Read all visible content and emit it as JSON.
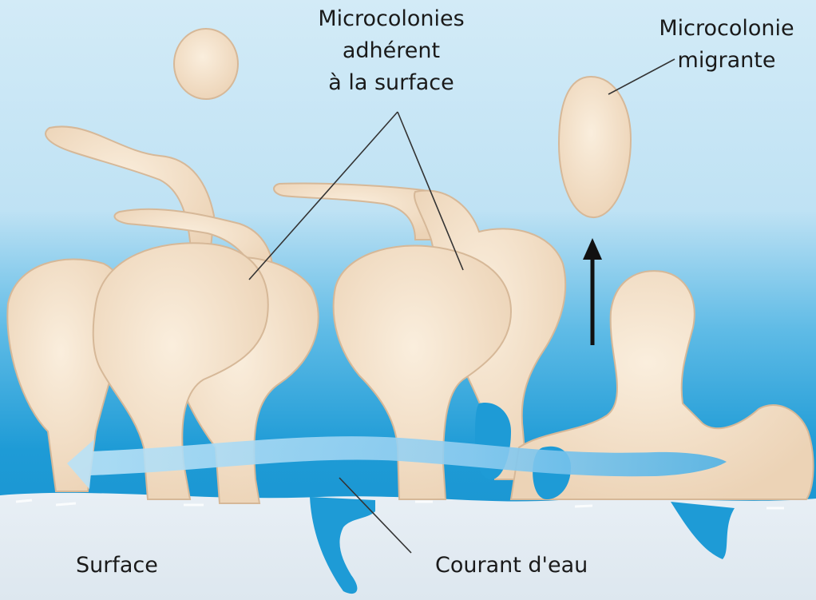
{
  "labels": {
    "adherent_microcolonies": [
      "Microcolonies",
      "adhérent",
      "à la surface"
    ],
    "migrating_microcolony": [
      "Microcolonie",
      "migrante"
    ],
    "surface": "Surface",
    "water_current": "Courant d'eau"
  },
  "colors": {
    "water_light": "#cfe8f5",
    "water_deep": "#1e9bd6",
    "biofilm": "#f1dcc4",
    "biofilm_edge": "#d9bfa3",
    "surface": "#e6eef4",
    "current_arrow": "#8fcdf0"
  }
}
